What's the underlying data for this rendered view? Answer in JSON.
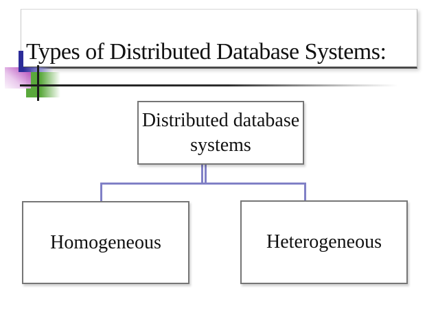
{
  "slide": {
    "title": "Types of Distributed Database Systems:"
  },
  "diagram": {
    "root": {
      "label": "Distributed database systems"
    },
    "children": [
      {
        "label": "Homogeneous"
      },
      {
        "label": "Heterogeneous"
      }
    ]
  },
  "colors": {
    "background": "#ffffff",
    "text": "#111111",
    "title-underline": "#4a4a4a",
    "node-border": "#757575",
    "connector": "#8080c6",
    "accent-blue": "#2c2c99",
    "accent-purple": "#bd5ac2",
    "accent-green": "#5aa83c",
    "crosshair": "#1c1c1c"
  }
}
